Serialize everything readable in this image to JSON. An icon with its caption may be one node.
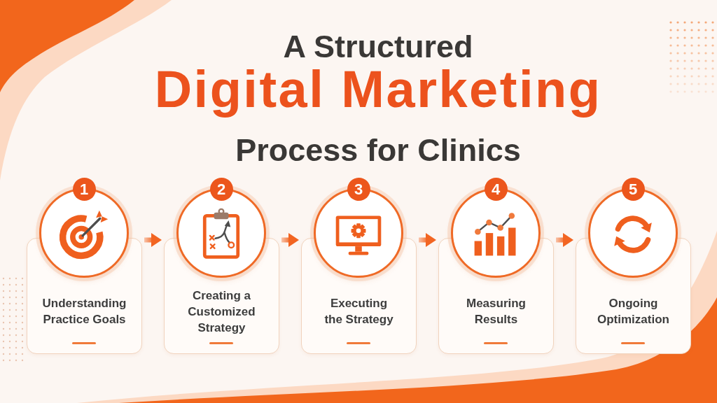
{
  "diagram": {
    "title": "A Structured **Digital Marketing** Process for Clinics",
    "nodes": [
      {
        "text": [
          "1",
          "Understanding Practice Goals"
        ]
      },
      {
        "text": [
          "2",
          "Creating a Customized Strategy"
        ]
      },
      {
        "text": [
          "3",
          "Executing the Strategy"
        ]
      },
      {
        "text": [
          "4",
          "Measuring Results"
        ]
      },
      {
        "text": [
          "5",
          "Ongoing Optimization"
        ]
      }
    ],
    "edges": [
      {
        "from": 0,
        "to": 1,
        "arrow": "to"
      },
      {
        "from": 1,
        "to": 2,
        "arrow": "to"
      },
      {
        "from": 2,
        "to": 3,
        "arrow": "to"
      },
      {
        "from": 3,
        "to": 4,
        "arrow": "to"
      }
    ]
  }
}
